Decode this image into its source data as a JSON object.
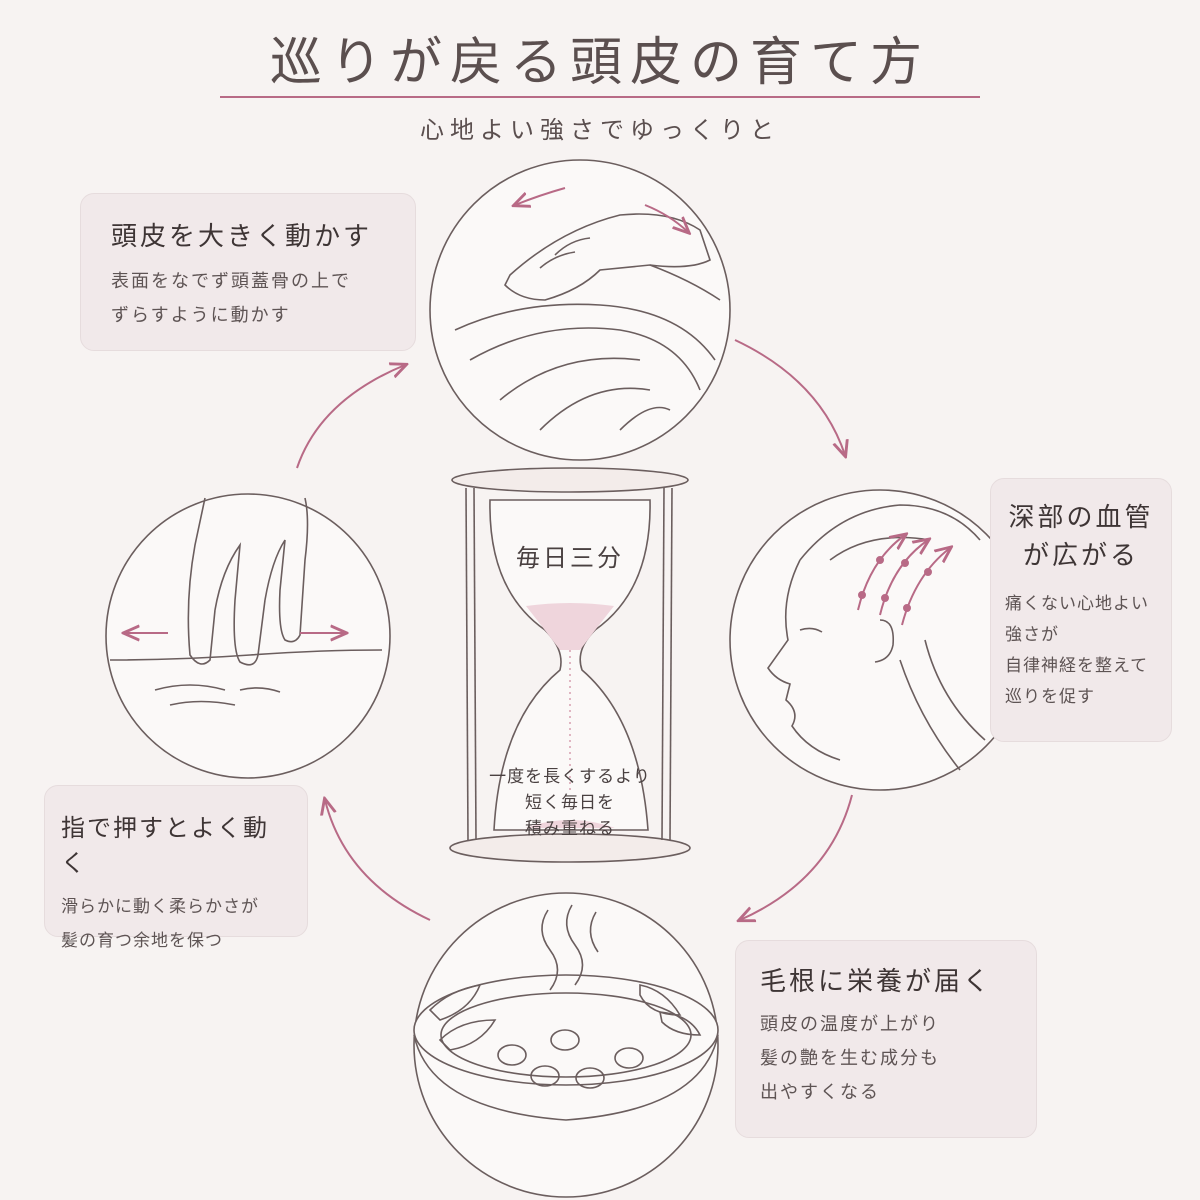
{
  "header": {
    "title": "巡りが戻る頭皮の育て方",
    "subtitle": "心地よい強さでゆっくりと"
  },
  "steps": [
    {
      "heading": "頭皮を大きく動かす",
      "lines": [
        "表面をなでず頭蓋骨の上で",
        "ずらすように動かす"
      ]
    },
    {
      "heading_lines": [
        "深部の血管",
        "が広がる"
      ],
      "lines": [
        "痛くない心地よい",
        "強さが",
        "自律神経を整えて",
        "巡りを促す"
      ]
    },
    {
      "heading": "毛根に栄養が届く",
      "lines": [
        "頭皮の温度が上がり",
        "髪の艶を生む成分も",
        "出やすくなる"
      ]
    },
    {
      "heading": "指で押すとよく動く",
      "lines": [
        "滑らかに動く柔らかさが",
        "髪の育つ余地を保つ"
      ]
    }
  ],
  "hourglass": {
    "top_label": "毎日三分",
    "bottom_lines": [
      "一度を長くするより",
      "短く毎日を",
      "積み重ねる"
    ]
  },
  "colors": {
    "accent": "#b86a86",
    "line": "#6b5e5e",
    "card": "#f1e9ea",
    "background": "#f7f3f2"
  }
}
